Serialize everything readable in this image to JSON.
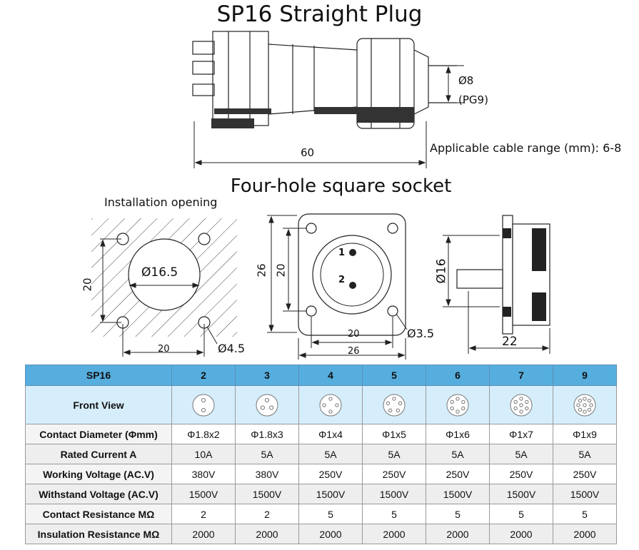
{
  "titles": {
    "plug": "SP16 Straight Plug",
    "socket": "Four-hole square socket"
  },
  "plug_drawing": {
    "dia_label": "Ø8",
    "pg_label": "(PG9)",
    "length_label": "60",
    "cable_range": "Applicable cable range (mm): 6-8"
  },
  "opening_drawing": {
    "caption": "Installation opening",
    "hole_dia": "Ø16.5",
    "vertical_spacing": "20",
    "horizontal_spacing": "20",
    "mount_hole": "Ø4.5"
  },
  "socket_front": {
    "outer_height": "26",
    "inner_height": "20",
    "inner_width": "20",
    "outer_width": "26",
    "mount_hole": "Ø3.5",
    "pin1": "1",
    "pin2": "2"
  },
  "socket_side": {
    "dia": "Ø16",
    "depth": "22"
  },
  "table": {
    "header_label": "SP16",
    "columns": [
      "2",
      "3",
      "4",
      "5",
      "6",
      "7",
      "9"
    ],
    "front_view_label": "Front View",
    "front_view_pins": [
      2,
      3,
      4,
      5,
      6,
      7,
      9
    ],
    "rows": [
      {
        "label": "Contact Diameter (Φmm)",
        "values": [
          "Φ1.8x2",
          "Φ1.8x3",
          "Φ1x4",
          "Φ1x5",
          "Φ1x6",
          "Φ1x7",
          "Φ1x9"
        ]
      },
      {
        "label": "Rated Current A",
        "values": [
          "10A",
          "5A",
          "5A",
          "5A",
          "5A",
          "5A",
          "5A"
        ]
      },
      {
        "label": "Working Voltage (AC.V)",
        "values": [
          "380V",
          "380V",
          "250V",
          "250V",
          "250V",
          "250V",
          "250V"
        ]
      },
      {
        "label": "Withstand Voltage (AC.V)",
        "values": [
          "1500V",
          "1500V",
          "1500V",
          "1500V",
          "1500V",
          "1500V",
          "1500V"
        ]
      },
      {
        "label": "Contact Resistance MΩ",
        "values": [
          "2",
          "2",
          "5",
          "5",
          "5",
          "5",
          "5"
        ]
      },
      {
        "label": "Insulation Resistance MΩ",
        "values": [
          "2000",
          "2000",
          "2000",
          "2000",
          "2000",
          "2000",
          "2000"
        ]
      }
    ]
  }
}
